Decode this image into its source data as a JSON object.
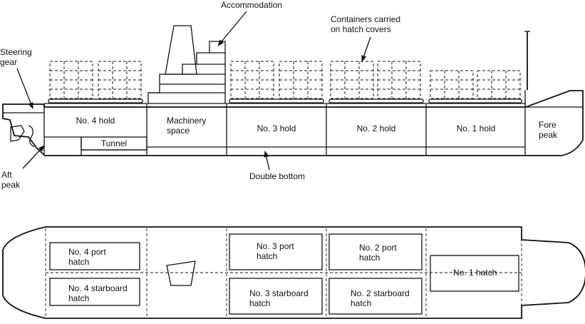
{
  "profile": {
    "accommodation": "Accommodation",
    "containers": "Containers carried\non hatch covers",
    "steering_gear": "Steering\ngear",
    "aft_peak": "Aft\npeak",
    "hold4": "No. 4 hold",
    "tunnel": "Tunnel",
    "machinery": "Machinery\nspace",
    "hold3": "No. 3 hold",
    "hold2": "No. 2 hold",
    "hold1": "No. 1 hold",
    "fore_peak": "Fore\npeak",
    "double_bottom": "Double bottom"
  },
  "plan": {
    "no4_port": "No. 4 port\nhatch",
    "no4_starboard": "No. 4 starboard\nhatch",
    "no3_port": "No. 3 port\nhatch",
    "no3_starboard": "No. 3 starboard\nhatch",
    "no2_port": "No. 2 port\nhatch",
    "no2_starboard": "No. 2 starboard\nhatch",
    "no1": "No. 1 hatch"
  }
}
